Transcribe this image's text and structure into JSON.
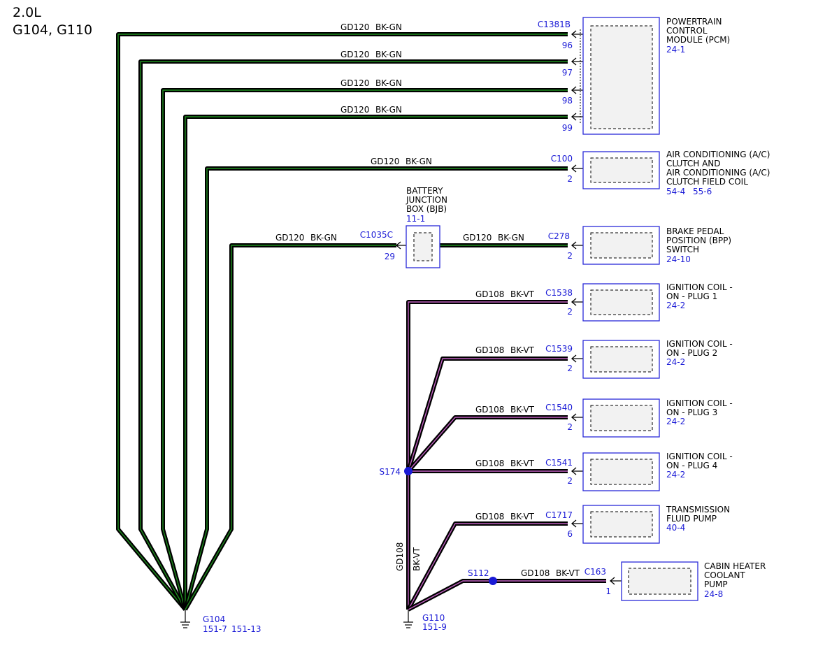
{
  "header": {
    "line1": "2.0L",
    "line2": "G104, G110"
  },
  "colors": {
    "label_blue": "#1a1ad6",
    "box_blue": "#2a2ad9",
    "gn_stripe": "#1f8f1f",
    "vt_stripe": "#c060c0",
    "splice": "#1a1ad6"
  },
  "wire_gn": {
    "circuit": "GD120",
    "color": "BK-GN"
  },
  "wire_vt": {
    "circuit": "GD108",
    "color": "BK-VT"
  },
  "components": {
    "pcm": {
      "lines": [
        "POWERTRAIN",
        "CONTROL",
        "MODULE (PCM)"
      ],
      "ref": "24-1",
      "connector": "C1381B",
      "pins": [
        "96",
        "97",
        "98",
        "99"
      ]
    },
    "ac": {
      "lines": [
        "AIR CONDITIONING (A/C)",
        "CLUTCH AND",
        "AIR CONDITIONING (A/C)",
        "CLUTCH FIELD COIL"
      ],
      "ref1": "54-4",
      "ref2": "55-6",
      "connector": "C100",
      "pin": "2"
    },
    "bjb": {
      "lines": [
        "BATTERY",
        "JUNCTION",
        "BOX (BJB)"
      ],
      "ref": "11-1",
      "connector": "C1035C",
      "pin": "29"
    },
    "bpp": {
      "lines": [
        "BRAKE PEDAL",
        "POSITION (BPP)",
        "SWITCH"
      ],
      "ref": "24-10",
      "connector": "C278",
      "pin": "2"
    },
    "coil1": {
      "lines": [
        "IGNITION COIL -",
        "ON - PLUG 1"
      ],
      "ref": "24-2",
      "connector": "C1538",
      "pin": "2"
    },
    "coil2": {
      "lines": [
        "IGNITION COIL -",
        "ON - PLUG 2"
      ],
      "ref": "24-2",
      "connector": "C1539",
      "pin": "2"
    },
    "coil3": {
      "lines": [
        "IGNITION COIL -",
        "ON - PLUG 3"
      ],
      "ref": "24-2",
      "connector": "C1540",
      "pin": "2"
    },
    "coil4": {
      "lines": [
        "IGNITION COIL -",
        "ON - PLUG 4"
      ],
      "ref": "24-2",
      "connector": "C1541",
      "pin": "2"
    },
    "tfp": {
      "lines": [
        "TRANSMISSION",
        "FLUID PUMP"
      ],
      "ref": "40-4",
      "connector": "C1717",
      "pin": "6"
    },
    "chcp": {
      "lines": [
        "CABIN HEATER",
        "COOLANT",
        "PUMP"
      ],
      "ref": "24-8",
      "connector": "C163",
      "pin": "1"
    }
  },
  "splices": {
    "s174": "S174",
    "s112": "S112"
  },
  "grounds": {
    "g104": {
      "name": "G104",
      "ref1": "151-7",
      "ref2": "151-13"
    },
    "g110": {
      "name": "G110",
      "ref1": "151-9"
    }
  }
}
